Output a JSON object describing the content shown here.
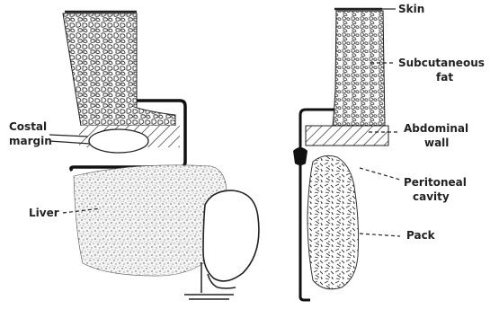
{
  "labels": {
    "skin": "Skin",
    "subcutaneous_1": "Subcutaneous",
    "subcutaneous_2": "fat",
    "costal_1": "Costal",
    "costal_2": "margin",
    "abdominal_1": "Abdominal",
    "abdominal_2": "wall",
    "peritoneal_1": "Peritoneal",
    "peritoneal_2": "cavity",
    "liver": "Liver",
    "pack": "Pack"
  },
  "colors": {
    "ink": "#222222",
    "background": "#ffffff"
  }
}
